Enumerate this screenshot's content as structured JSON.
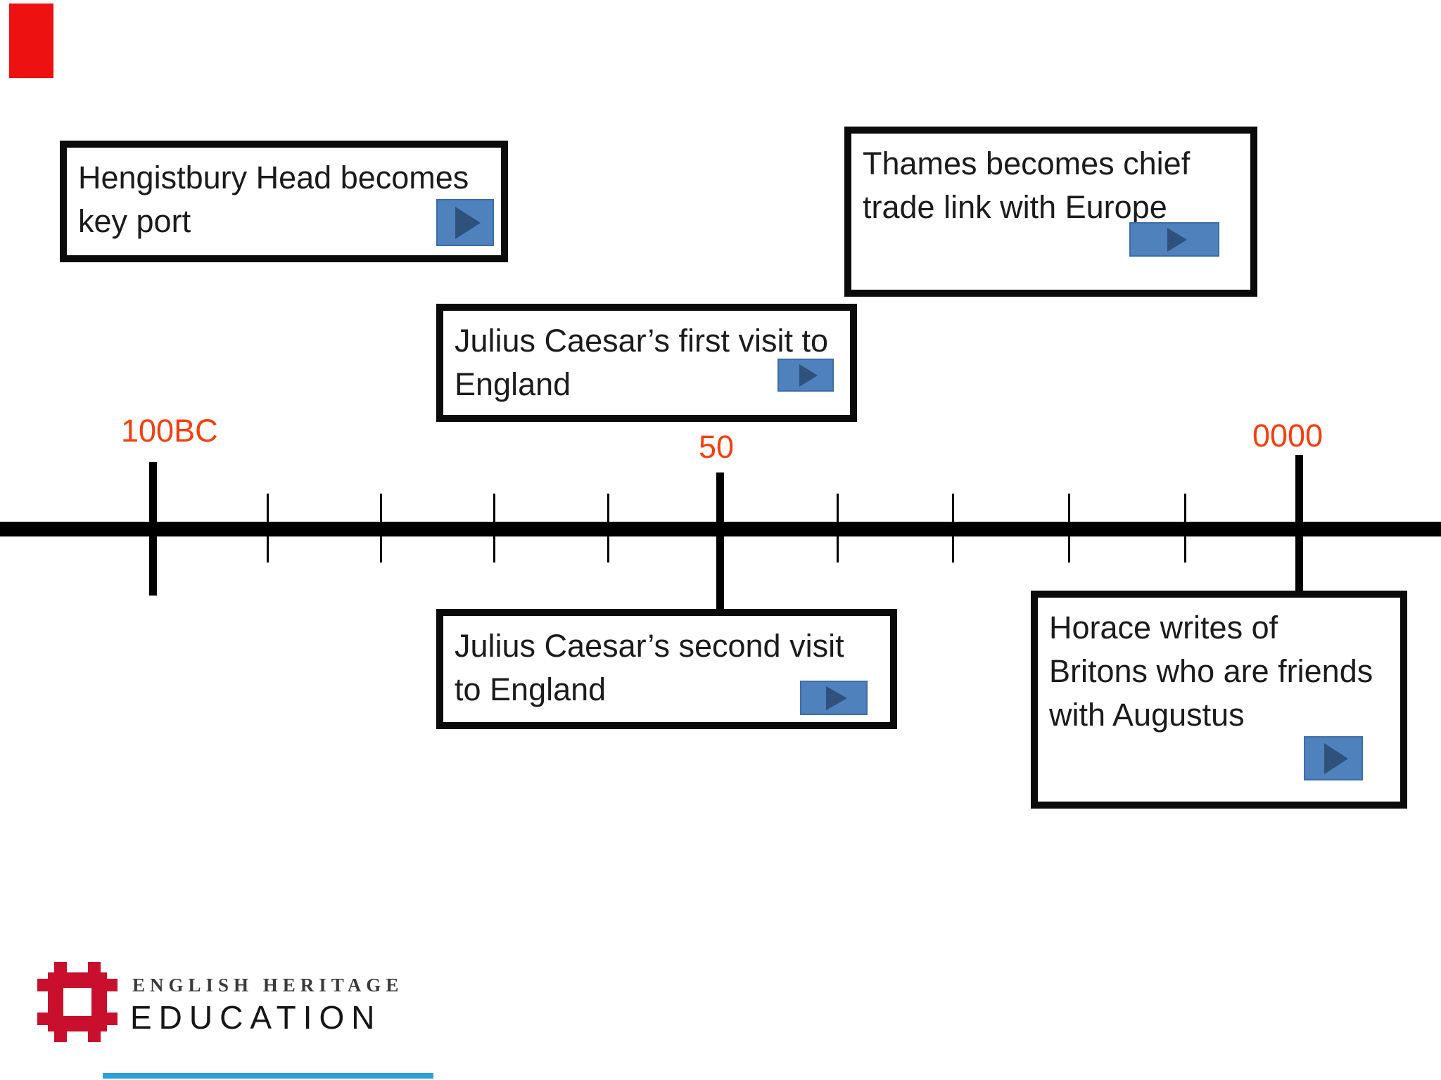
{
  "colors": {
    "axis_label": "#f63e0e",
    "play_button_fill": "#4f81bd",
    "play_button_triangle": "#2e527b",
    "box_border": "#0b0b0b",
    "timeline": "#000000",
    "logo_red": "#c8102e",
    "overlay_marker_red": "#ee1111",
    "overlay_progress_blue": "#2f9fd8"
  },
  "timeline": {
    "axis_labels": [
      {
        "text": "100BC"
      },
      {
        "text": "50"
      },
      {
        "text": "0000"
      }
    ]
  },
  "events": [
    {
      "name": "hengistbury-head",
      "lines": [
        "Hengistbury Head becomes",
        "key port"
      ]
    },
    {
      "name": "thames-trade",
      "lines": [
        "Thames becomes chief",
        "trade link with Europe"
      ]
    },
    {
      "name": "caesar-first-visit",
      "lines": [
        "Julius Caesar’s first visit to",
        "England"
      ]
    },
    {
      "name": "caesar-second-visit",
      "lines": [
        "Julius Caesar’s second visit",
        "to England"
      ]
    },
    {
      "name": "horace-writes",
      "lines": [
        "Horace writes of",
        "Britons who are friends",
        "with Augustus"
      ]
    }
  ],
  "logo": {
    "heritage": "ENGLISH HERITAGE",
    "education": "EDUCATION"
  }
}
